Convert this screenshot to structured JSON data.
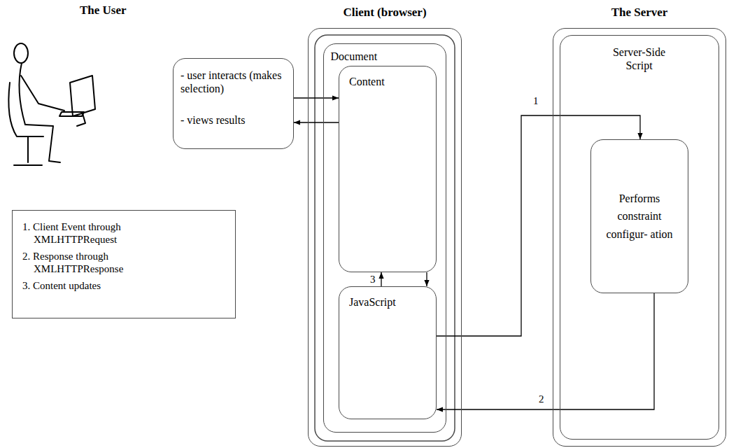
{
  "diagram": {
    "nodes": [
      {
        "text": [
          "- user interacts (makes selection)",
          "- views results"
        ]
      },
      {
        "text": [
          "Client (browser)"
        ]
      },
      {
        "text": [
          "Document"
        ],
        "in": 1
      },
      {
        "text": [
          "Content"
        ],
        "in": 2
      },
      {
        "text": [
          "JavaScript"
        ],
        "in": 2
      },
      {
        "text": [
          "The Server"
        ]
      },
      {
        "text": [
          "Server-Side Script"
        ],
        "in": 5
      },
      {
        "text": [
          "Performs constraint configur- ation"
        ],
        "in": 6
      },
      {
        "text": [
          "1. Client Event through XMLHTTPRequest",
          "2. Response through XMLHTTPResponse",
          "3. Content updates"
        ]
      }
    ],
    "edges": [
      {
        "from": 0,
        "to": 3,
        "arrow": "to"
      },
      {
        "from": 3,
        "to": 4,
        "arrow": "to"
      },
      {
        "from": 4,
        "to": 7,
        "arrow": "to",
        "label": "1"
      },
      {
        "from": 7,
        "to": 4,
        "arrow": "to",
        "label": "2"
      },
      {
        "from": 4,
        "to": 3,
        "arrow": "to",
        "label": "3"
      },
      {
        "from": 3,
        "to": 0,
        "arrow": "to"
      }
    ],
    "labels": [
      "The User"
    ]
  }
}
